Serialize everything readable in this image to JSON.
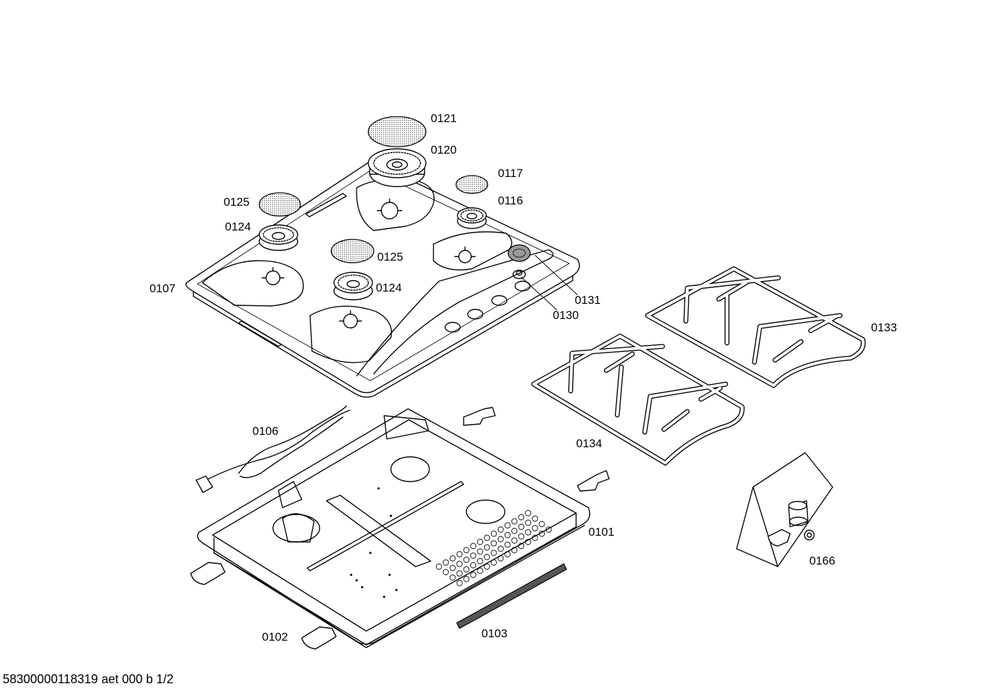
{
  "diagram": {
    "part_labels": {
      "p0121": "0121",
      "p0120": "0120",
      "p0117": "0117",
      "p0116": "0116",
      "p0125a": "0125",
      "p0124a": "0124",
      "p0125b": "0125",
      "p0124b": "0124",
      "p0107": "0107",
      "p0131": "0131",
      "p0130": "0130",
      "p0133": "0133",
      "p0106": "0106",
      "p0134": "0134",
      "p0101": "0101",
      "p0166": "0166",
      "p0102": "0102",
      "p0103": "0103"
    }
  },
  "footer": {
    "document_id": "58300000118319 aet 000 b 1/2"
  }
}
